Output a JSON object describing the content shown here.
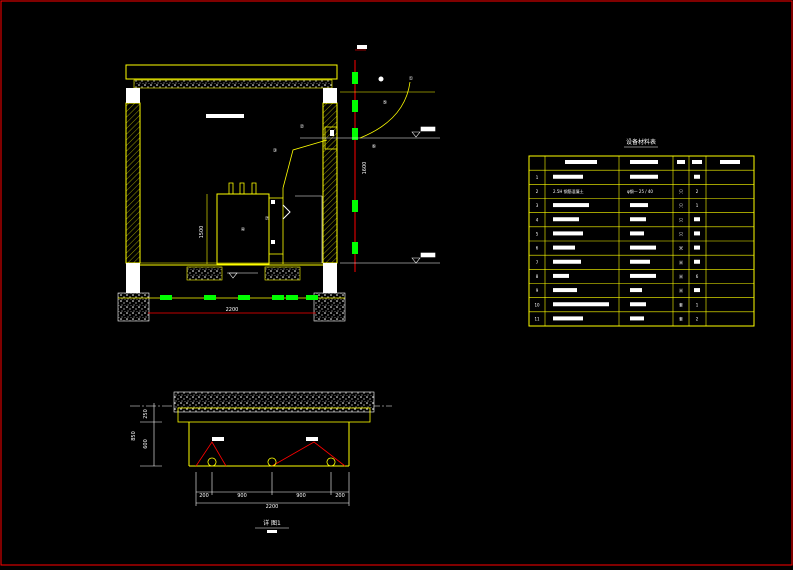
{
  "equipment_table": {
    "title": "设备材料表",
    "rows": [
      {
        "no": "1",
        "unit": "",
        "qty": ""
      },
      {
        "no": "2",
        "name": "2.5H 钢筋混凝土",
        "spec": "φ钢一 25 / 40",
        "unit": "只",
        "qty": "2"
      },
      {
        "no": "3",
        "unit": "只",
        "qty": "1"
      },
      {
        "no": "4",
        "unit": "只",
        "qty": ""
      },
      {
        "no": "5",
        "unit": "只",
        "qty": ""
      },
      {
        "no": "6",
        "unit": "米",
        "qty": ""
      },
      {
        "no": "7",
        "unit": "米",
        "qty": ""
      },
      {
        "no": "8",
        "unit": "米",
        "qty": "6"
      },
      {
        "no": "9",
        "unit": "米",
        "qty": ""
      },
      {
        "no": "10",
        "unit": "套",
        "qty": "1"
      },
      {
        "no": "11",
        "unit": "套",
        "qty": "2"
      }
    ]
  },
  "plan": {
    "width_dim": "2200",
    "height_dim": "1500",
    "riser_dim": "1600",
    "center_label": "④",
    "callouts": [
      "①",
      "②",
      "③",
      "⑤",
      "⑥",
      "⑦"
    ]
  },
  "section": {
    "title": "详 图1",
    "dims_vertical": [
      "250",
      "600",
      "850"
    ],
    "dims_horizontal": [
      "200",
      "900",
      "900",
      "200"
    ],
    "total_width": "2200"
  },
  "colors": {
    "wall": "#ffff00",
    "fill": "#ffffff",
    "accent": "#00ff00",
    "red": "#ff0000",
    "frame": "#ff0000",
    "callout": "#ffffff"
  }
}
